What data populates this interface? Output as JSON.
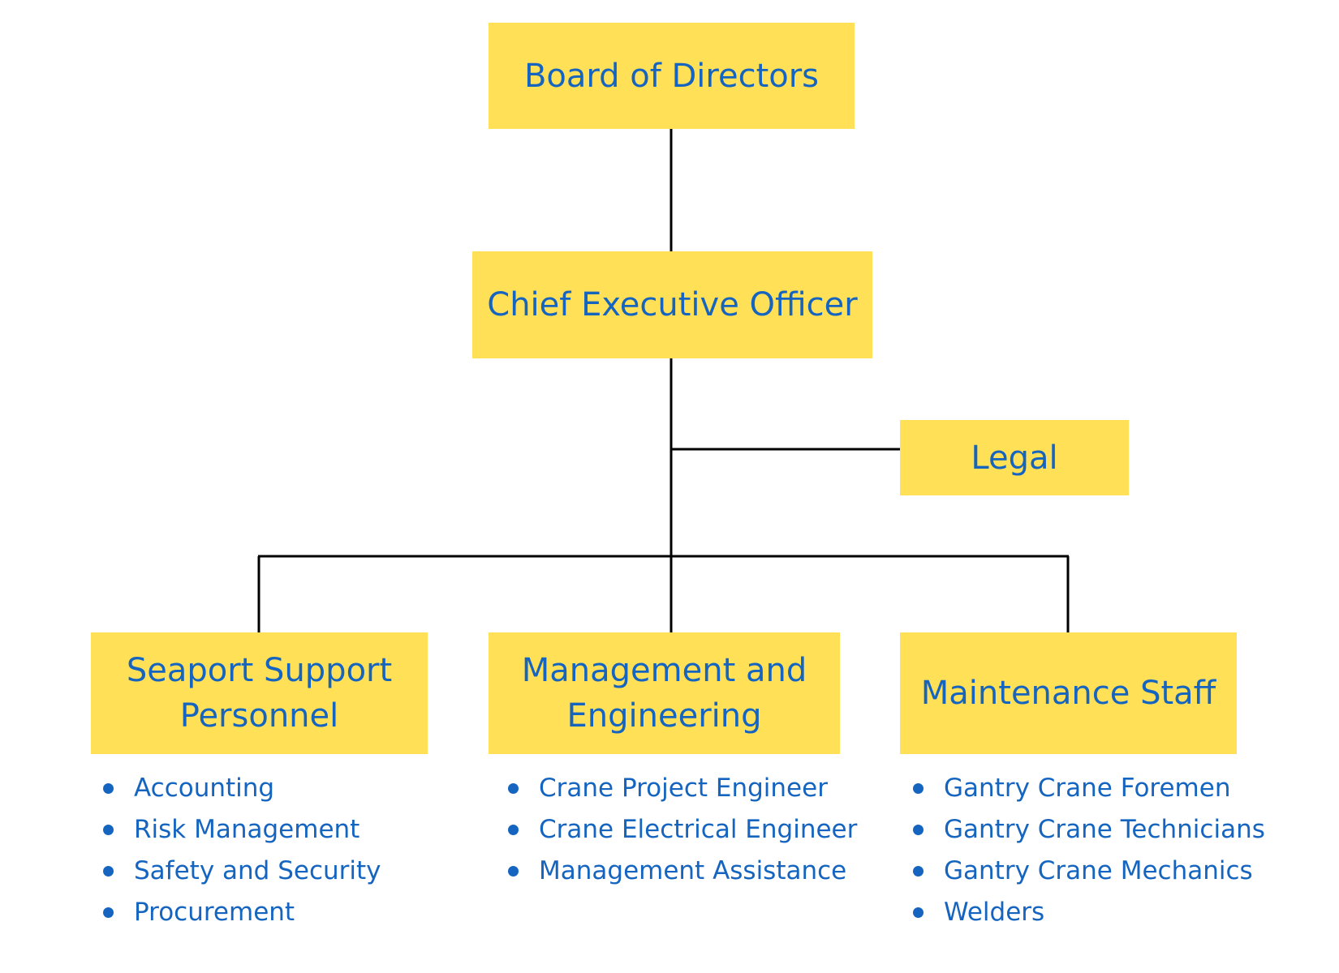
{
  "colors": {
    "box_fill": "#FFE057",
    "text": "#1565C0",
    "line": "#000000"
  },
  "nodes": {
    "board": "Board of Directors",
    "ceo": "Chief Executive Officer",
    "legal": "Legal",
    "seaport": "Seaport Support Personnel",
    "management": "Management and Engineering",
    "maintenance": "Maintenance Staff"
  },
  "lists": {
    "seaport": [
      "Accounting",
      "Risk Management",
      "Safety and Security",
      "Procurement"
    ],
    "management": [
      "Crane Project Engineer",
      "Crane Electrical Engineer",
      "Management Assistance"
    ],
    "maintenance": [
      "Gantry Crane Foremen",
      "Gantry Crane Technicians",
      "Gantry Crane Mechanics",
      "Welders"
    ]
  }
}
